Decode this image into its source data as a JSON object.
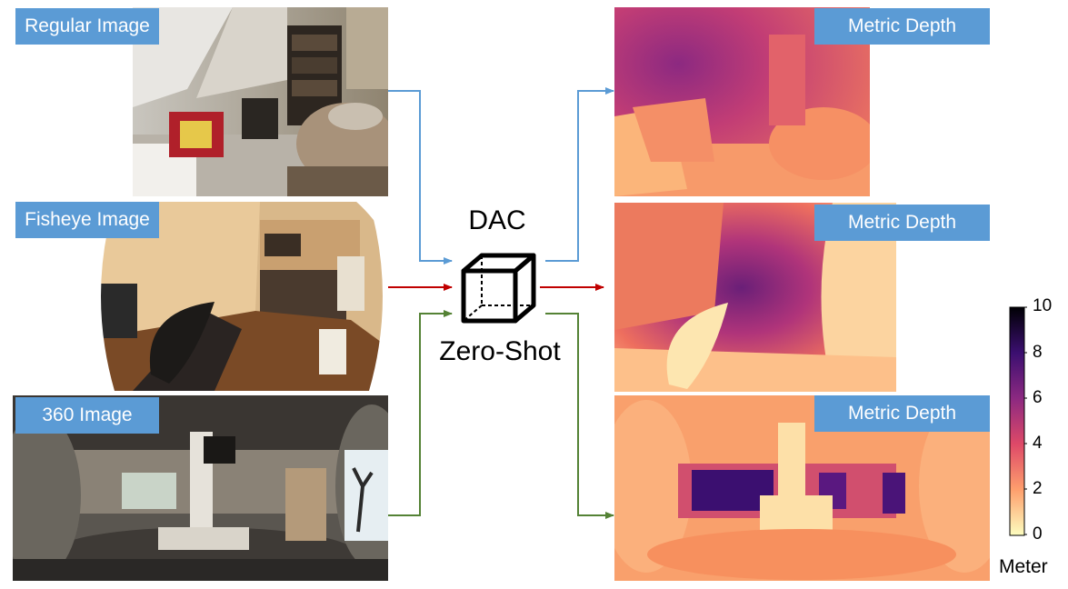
{
  "inputs": {
    "regular_label": "Regular Image",
    "fisheye_label": "Fisheye Image",
    "pano_label": "360 Image"
  },
  "model": {
    "name": "DAC",
    "caption": "Zero-Shot"
  },
  "outputs": {
    "label_1": "Metric Depth",
    "label_2": "Metric Depth",
    "label_3": "Metric Depth"
  },
  "colorbar": {
    "unit": "Meter",
    "ticks": [
      "10",
      "8",
      "6",
      "4",
      "2",
      "0"
    ],
    "colors": [
      "#000004",
      "#3b0f70",
      "#8c2981",
      "#de4968",
      "#fe9f6d",
      "#fcfdbf"
    ]
  },
  "arrow_colors": {
    "regular": "#5b9bd5",
    "fisheye": "#c00000",
    "pano": "#548235"
  }
}
